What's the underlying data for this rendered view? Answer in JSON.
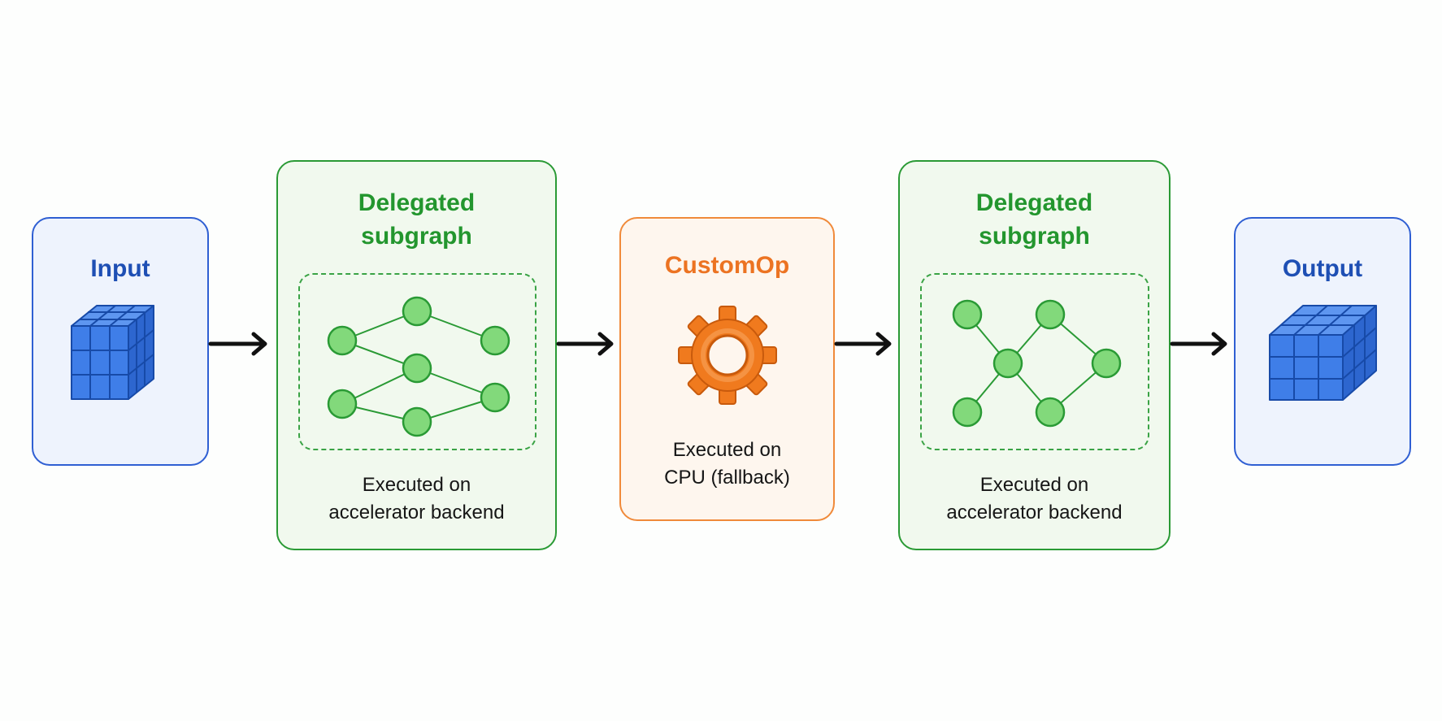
{
  "nodes": {
    "input": {
      "title": "Input"
    },
    "subgraph_1": {
      "title_line1": "Delegated",
      "title_line2": "subgraph",
      "caption_line1": "Executed on",
      "caption_line2": "accelerator backend"
    },
    "custom_op": {
      "title": "CustomOp",
      "caption_line1": "Executed on",
      "caption_line2": "CPU (fallback)"
    },
    "subgraph_2": {
      "title_line1": "Delegated",
      "title_line2": "subgraph",
      "caption_line1": "Executed on",
      "caption_line2": "accelerator backend"
    },
    "output": {
      "title": "Output"
    }
  },
  "icons": {
    "input": "tensor-cube-icon",
    "subgraph_1": "neural-graph-icon",
    "custom_op": "gear-icon",
    "subgraph_2": "neural-graph-icon",
    "output": "tensor-cube-icon",
    "connector": "arrow-right-icon"
  },
  "colors": {
    "io_accent": "#1e4fb4",
    "delegated_accent": "#23962e",
    "custom_op_accent": "#ec7322",
    "arrow": "#111111"
  }
}
